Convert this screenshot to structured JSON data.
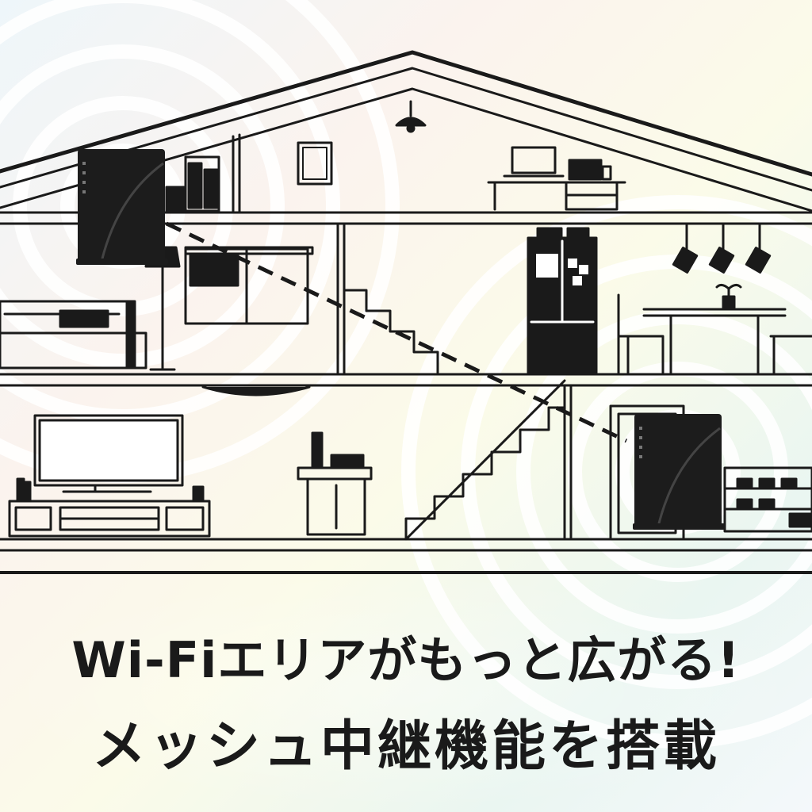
{
  "caption": {
    "line1": "Wi-Fiエリアがもっと広がる!",
    "line2": "メッシュ中継機能を搭載"
  },
  "colors": {
    "ink": "#1a1a1a",
    "router": "#1c1c1c",
    "wave_white": "#ffffff"
  },
  "icons": {
    "router_upstairs": "router-icon",
    "router_downstairs": "router-icon",
    "mesh_link": "dashed-link"
  }
}
